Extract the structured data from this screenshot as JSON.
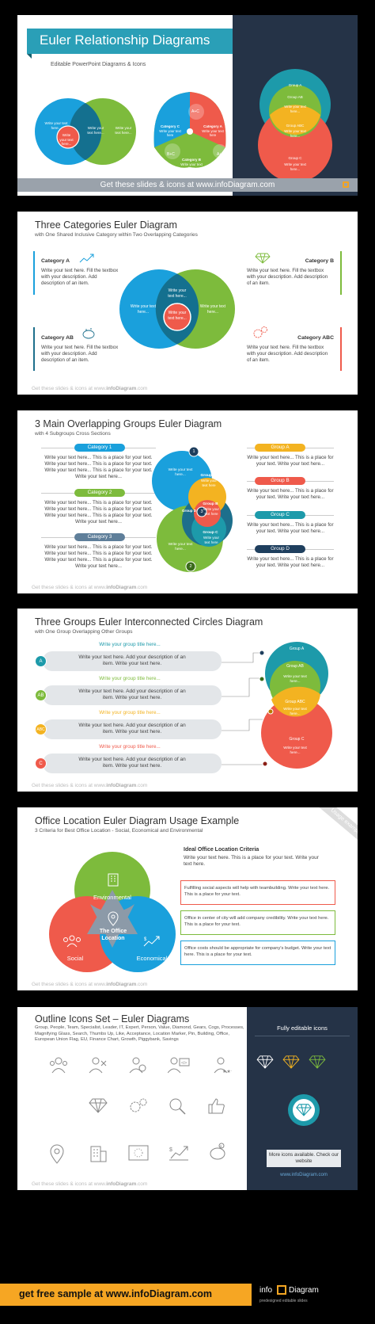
{
  "colors": {
    "blue": "#1aa0dc",
    "green": "#7dbb3c",
    "red": "#ef5a4b",
    "yellow": "#f3b321",
    "teal": "#1d9aaa",
    "navy": "#1f3f5e",
    "dark": "#253347"
  },
  "s1": {
    "title": "Euler Relationship Diagrams",
    "subtitle": "Editable PowerPoint Diagrams & Icons",
    "footer": "Get these slides & icons at www.infoDiagram.com",
    "venn_left_a": "Write your text here...",
    "venn_left_b": "Write your text here...",
    "venn_left_c": "Write your text here...",
    "venn_left_d": "Write your text here...",
    "cat_c": "Category C",
    "cat_c_text": "Write your text here",
    "cat_a": "Category A",
    "cat_a_text": "Write your text here",
    "cat_b": "Category B",
    "cat_b_text": "Write your text here",
    "ac": "A+C",
    "bc": "B+C",
    "ab": "A+B",
    "group_a": "Group A",
    "group_ab": "Group AB",
    "group_ab_text": "Write your text here...",
    "group_abc": "Group ABC",
    "group_abc_text": "Write your text here...",
    "group_c": "Group C",
    "group_c_text": "Write your text here..."
  },
  "s2": {
    "title": "Three Categories Euler Diagram",
    "subtitle": "with One Shared Inclusive Category within Two Overlapping Categories",
    "cat_a": "Category A",
    "cat_b": "Category B",
    "cat_ab": "Category AB",
    "cat_abc": "Category ABC",
    "desc": "Write your text here. Fill the textbox with your description. Add description of an item.",
    "circle_text": "Write your text here...",
    "footer_pre": "Get these slides & icons at www.",
    "footer_brand": "infoDiagram",
    "footer_post": ".com"
  },
  "s3": {
    "title": "3 Main Overlapping Groups Euler Diagram",
    "subtitle": "with 4 Subgroups Cross Sections",
    "categories": [
      "Category 1",
      "Category 2",
      "Category 3"
    ],
    "cat_text": "Write your text here... This is a place for your text. Write your text here... This is a place for your text. Write your text here... This is a place for your text. Write your text here...",
    "groups": [
      "Group A",
      "Group B",
      "Group C",
      "Group D"
    ],
    "group_text": "Write your text here... This is a place for your text. Write your text here...",
    "nums": [
      "1",
      "2",
      "3"
    ],
    "circle_text": "Write your text here...",
    "g_a": "Group A",
    "g_b": "Group B",
    "g_c": "Group C",
    "g_d": "Group D",
    "g_text": "Write your text here",
    "footer_pre": "Get these slides & icons at www.",
    "footer_brand": "infoDiagram",
    "footer_post": ".com"
  },
  "s4": {
    "title": "Three Groups Euler Interconnected Circles Diagram",
    "subtitle": "with One Group Overlapping Other Groups",
    "rows": [
      {
        "badge": "A",
        "head": "Write your group title here...",
        "text": "Write your text here. Add your description of an item. Write your text here."
      },
      {
        "badge": "AB",
        "head": "Write your group title here...",
        "text": "Write your text here. Add your description of an item. Write your text here."
      },
      {
        "badge": "ABC",
        "head": "Write your group title here...",
        "text": "Write your text here. Add your description of an item. Write your text here."
      },
      {
        "badge": "C",
        "head": "Write your group title here...",
        "text": "Write your text here. Add your description of an item. Write your text here."
      }
    ],
    "g_a": "Group A",
    "g_ab": "Group AB",
    "g_abc": "Group ABC",
    "g_c": "Group C",
    "g_text": "Write your text here...",
    "footer_pre": "Get these slides & icons at www.",
    "footer_brand": "infoDiagram",
    "footer_post": ".com"
  },
  "s5": {
    "title": "Office Location Euler Diagram Usage Example",
    "subtitle": "3 Criteria for Best Office Location - Social, Economical and Environmental",
    "ribbon": "Usage example",
    "environmental": "Environmental",
    "social": "Social",
    "economical": "Economical",
    "center": "The Office Location",
    "box1_title": "Ideal Office Location Criteria",
    "box1_text": "Write your text here. This is a place for your text. Write your text here.",
    "box2_text": "Fulfilling social aspects will help with teambuilding. Write your text here. This is a place for your text.",
    "box3_text": "Office in center of city will add company credibility. Write your text here. This is a place for your text.",
    "box4_text": "Office costs should be appropriate for company's budget. Write your text here. This is a place for your text.",
    "footer_pre": "Get these slides & icons at www.",
    "footer_brand": "infoDiagram",
    "footer_post": ".com"
  },
  "s6": {
    "title": "Outline Icons Set – Euler Diagrams",
    "subtitle": "Group, People, Team, Specialist, Leader, IT, Expert, Person, Value, Diamond, Gears, Cogs, Processes, Magnifying Glass, Search, Thumbs Up, Like, Acceptance, Location Marker, Pin, Building, Office, European Union Flag, EU, Finance Chart, Growth, Piggybank, Savings",
    "panel_title": "Fully editable icons",
    "more": "More icons available. Check our website",
    "url": "www.infoDiagram.com",
    "footer_pre": "Get these slides & icons at www.",
    "footer_brand": "infoDiagram",
    "footer_post": ".com"
  },
  "bottom": {
    "cta": "get free sample at www.infoDiagram.com",
    "logo_info": "info",
    "logo_diagram": "Diagram",
    "logo_tag": "predesigned editable slides"
  }
}
